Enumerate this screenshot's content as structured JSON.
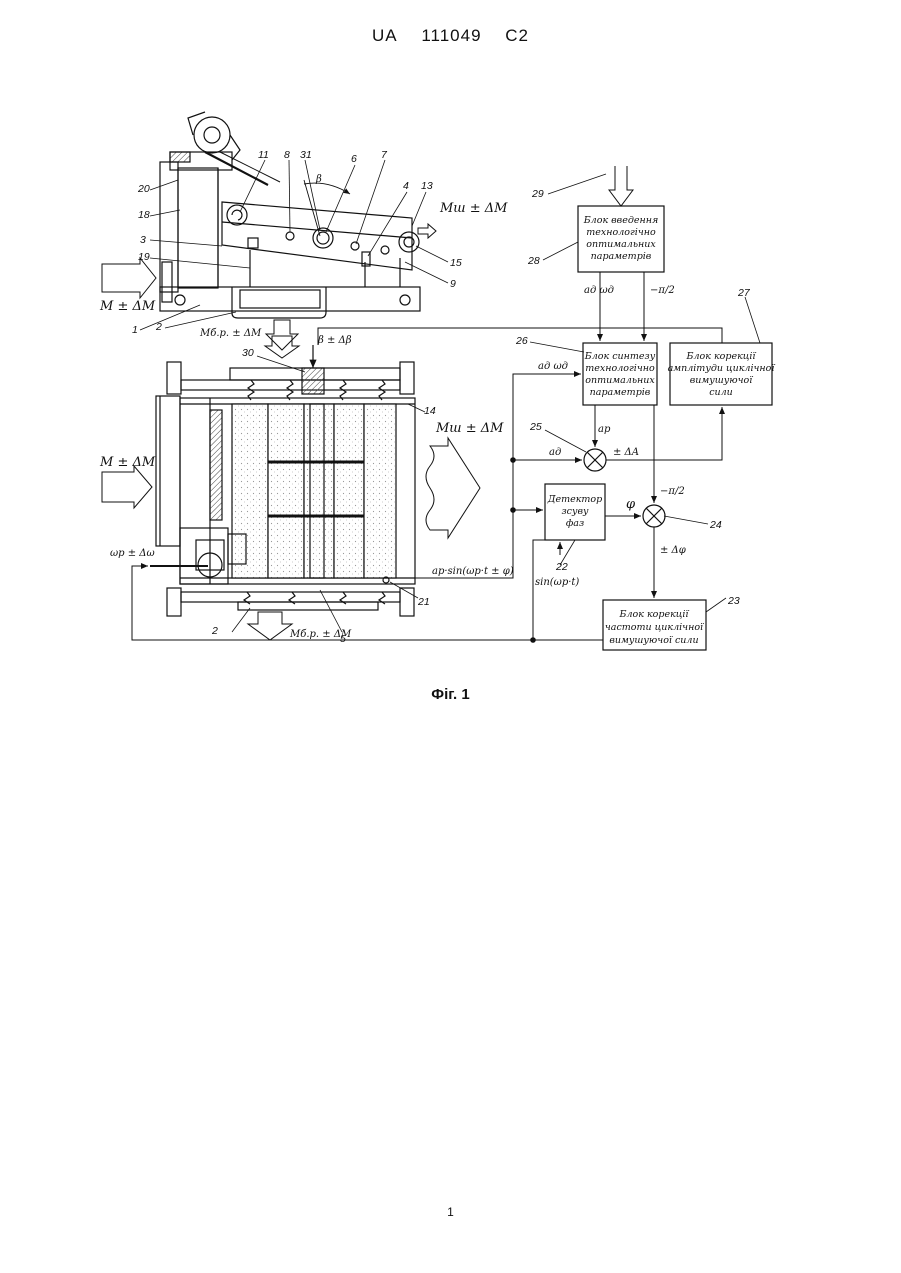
{
  "header": {
    "country": "UA",
    "number": "111049",
    "kind": "C2"
  },
  "figure": {
    "caption": "Фіг. 1",
    "blocks": {
      "b28": [
        "Блок введення",
        "технологічно",
        "оптимальних",
        "параметрів"
      ],
      "b26": [
        "Блок синтезу",
        "технологічно",
        "оптимальних",
        "параметрів"
      ],
      "b27": [
        "Блок корекції",
        "амплітуди циклічної",
        "вимушуючої",
        "сили"
      ],
      "b22": [
        "Детектор",
        "зсуву",
        "фаз"
      ],
      "b23": [
        "Блок корекції",
        "частоти циклічної",
        "вимушуючої сили"
      ]
    },
    "signals": {
      "m_in_top": "M ± ΔM",
      "m_out_top": "Mш ± ΔM",
      "m_br_top": "Mб.р. ± ΔM",
      "beta": "β ± Δβ",
      "beta_angle": "β",
      "m_in_bottom": "M ± ΔM",
      "m_out_bottom": "Mш ± ΔM",
      "m_br_bottom": "Mб.р. ± ΔM",
      "omega_r": "ωр ± Δω",
      "a_omega_28": "aд   ωд",
      "pi2_a": "−π/2",
      "a_omega_26": "aд   ωд",
      "a_r": "aр",
      "a_d": "aд",
      "delta_a": "± ΔA",
      "pi2_b": "−π/2",
      "phi": "φ",
      "delta_phi": "± Δφ",
      "sensor": "aр·sin(ωр·t ± φ)",
      "sin_ref": "sin(ωр·t)"
    },
    "labels": [
      "20",
      "18",
      "3",
      "19",
      "1",
      "2",
      "11",
      "8",
      "31",
      "6",
      "7",
      "4",
      "13",
      "15",
      "9",
      "29",
      "28",
      "27",
      "26",
      "25",
      "24",
      "22",
      "23",
      "30",
      "14",
      "5",
      "21",
      "2"
    ]
  },
  "page_number": "1"
}
